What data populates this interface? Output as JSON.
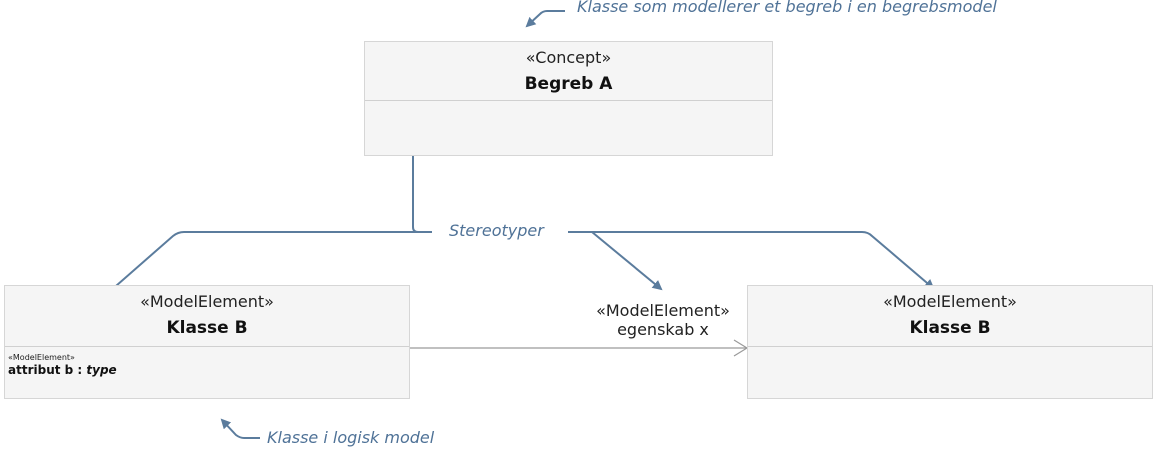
{
  "annotations": {
    "concept_note": "Klasse som modellerer et begreb i en begrebsmodel",
    "logical_note": "Klasse i logisk model",
    "stereotypes_note": "Stereotyper"
  },
  "concept_class": {
    "stereotype": "«Concept»",
    "name": "Begreb A"
  },
  "left_class": {
    "stereotype": "«ModelElement»",
    "name": "Klasse B",
    "attribute": {
      "stereotype": "«ModelElement»",
      "name": "attribut b :",
      "type": "type"
    }
  },
  "right_class": {
    "stereotype": "«ModelElement»",
    "name": "Klasse B"
  },
  "association": {
    "stereotype": "«ModelElement»",
    "role": "egenskab x"
  },
  "colors": {
    "arrow": "#5b7c9d",
    "note_text": "#4f7297",
    "box_fill": "#f5f5f5",
    "box_border": "#d6d6d6",
    "association_line": "#9a9a9a"
  }
}
